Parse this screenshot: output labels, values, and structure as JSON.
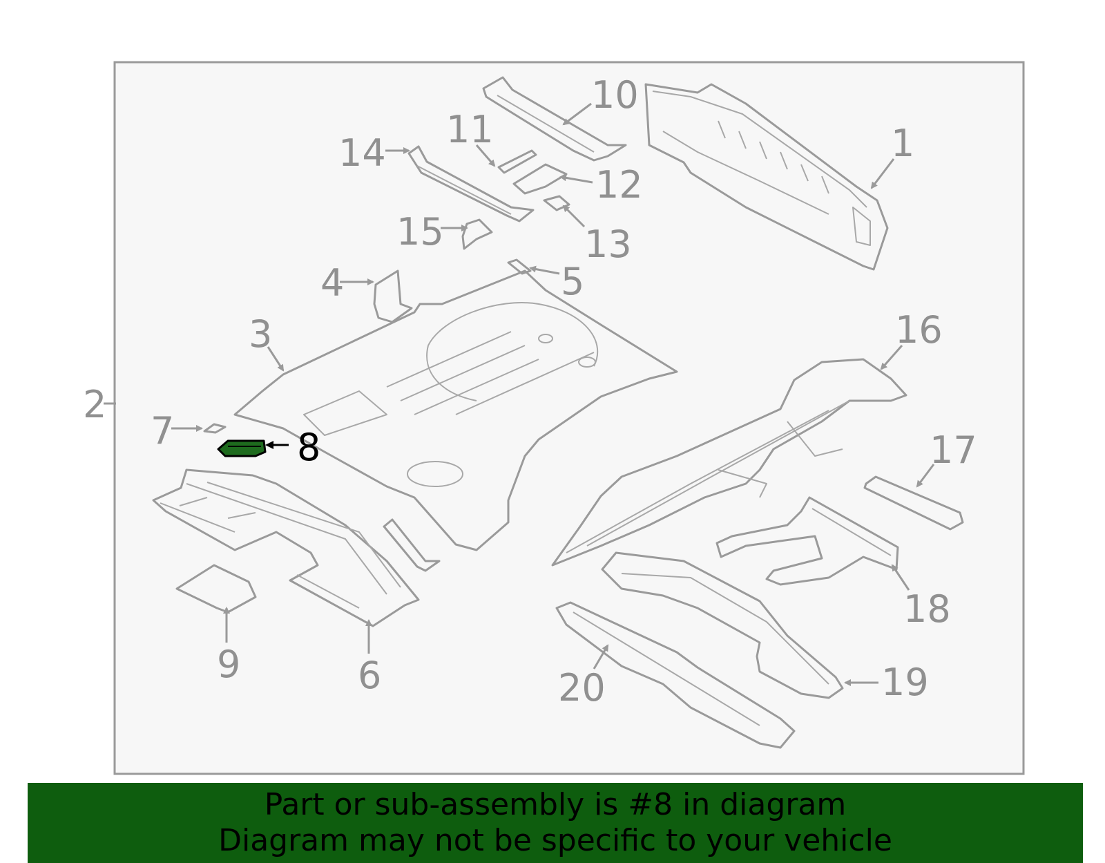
{
  "diagram": {
    "highlighted_part": "8",
    "highlight_color": "#1e6b1e",
    "callouts": {
      "c1": "1",
      "c2": "2",
      "c3": "3",
      "c4": "4",
      "c5": "5",
      "c6": "6",
      "c7": "7",
      "c8": "8",
      "c9": "9",
      "c10": "10",
      "c11": "11",
      "c12": "12",
      "c13": "13",
      "c14": "14",
      "c15": "15",
      "c16": "16",
      "c17": "17",
      "c18": "18",
      "c19": "19",
      "c20": "20"
    }
  },
  "banner": {
    "line1": "Part or sub-assembly is #8 in diagram",
    "line2": "Diagram may not be specific to your vehicle",
    "background": "#0e5d0e"
  }
}
